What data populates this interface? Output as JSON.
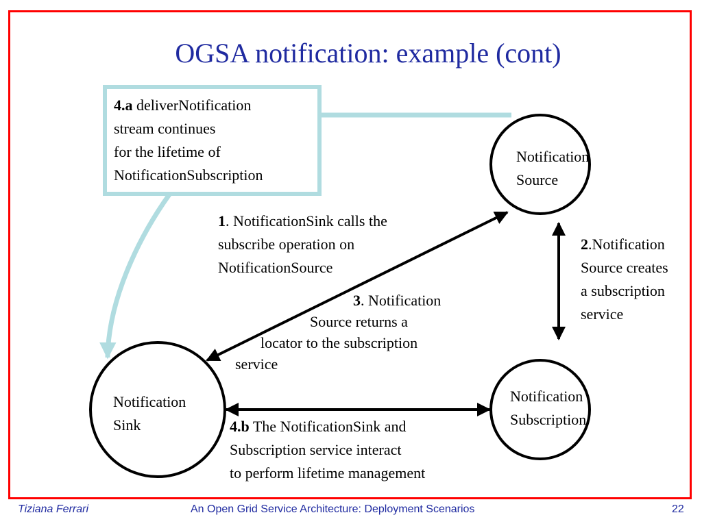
{
  "slide": {
    "title": "OGSA notification: example (cont)"
  },
  "nodes": {
    "source": [
      "Notification",
      "Source"
    ],
    "sink": [
      "Notification",
      "Sink"
    ],
    "subscription": [
      "Notification",
      "Subscription"
    ]
  },
  "callout": {
    "num": "4.a",
    "line1_rest": " deliverNotification",
    "line2": "stream continues",
    "line3": "for the lifetime of",
    "line4": "NotificationSubscription"
  },
  "step1": {
    "num": "1",
    "line1_rest": ". NotificationSink calls the",
    "line2": "subscribe operation on",
    "line3": "NotificationSource"
  },
  "step2": {
    "num": "2",
    "line1_rest": ".Notification",
    "line2": "Source creates",
    "line3": "a subscription",
    "line4": "service"
  },
  "step3": {
    "num": "3",
    "line1_rest": ". Notification",
    "line2": "Source  returns a",
    "line3": "locator to the subscription",
    "line4": "service"
  },
  "step4b": {
    "num": "4.b",
    "line1_rest": " The NotificationSink and",
    "line2": "Subscription service interact",
    "line3": "to perform lifetime management"
  },
  "footer": {
    "author": "Tiziana Ferrari",
    "center": "An Open Grid Service Architecture: Deployment Scenarios",
    "page": "22"
  },
  "colors": {
    "frame": "#ff0000",
    "title": "#1f2aa0",
    "callout": "#b0dce0",
    "footer": "#1f2aa0"
  }
}
